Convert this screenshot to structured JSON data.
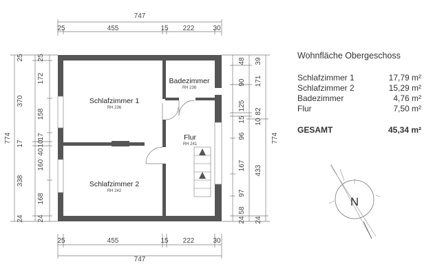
{
  "legend": {
    "title": "Wohnfläche Obergeschoss",
    "rows": [
      {
        "name": "Schlafzimmer 1",
        "area": "17,79 m²"
      },
      {
        "name": "Schlafzimmer 2",
        "area": "15,29 m²"
      },
      {
        "name": "Badezimmer",
        "area": "4,76 m²"
      },
      {
        "name": "Flur",
        "area": "7,50 m²"
      }
    ],
    "total_label": "GESAMT",
    "total_area": "45,34 m²"
  },
  "rooms": {
    "schlafzimmer1": {
      "name": "Schlafzimmer 1",
      "rh": "RH 236"
    },
    "badezimmer": {
      "name": "Badezimmer",
      "rh": "RH 236"
    },
    "flur": {
      "name": "Flur",
      "rh": "RH 241"
    },
    "schlafzimmer2": {
      "name": "Schlafzimmer 2",
      "rh": "RH 242"
    }
  },
  "dimensions": {
    "total_width": "747",
    "top_segments": [
      "25",
      "455",
      "15",
      "222",
      "30"
    ],
    "bottom_segments": [
      "25",
      "455",
      "15",
      "222",
      "30"
    ],
    "left_total": "774",
    "left_outer": [
      "370",
      "17",
      "338"
    ],
    "left_outer_ends": [
      "25",
      "24"
    ],
    "left_inner": [
      "25",
      "172",
      "158",
      "17",
      "10",
      "40",
      "160",
      "168",
      "24"
    ],
    "right_total": "774",
    "right_inner": [
      "48",
      "90",
      "125",
      "15",
      "96",
      "167",
      "97",
      "58",
      "24"
    ],
    "right_mid": [
      "39",
      "171",
      "82",
      "10",
      "433",
      "24"
    ]
  },
  "compass": {
    "label": "N"
  }
}
